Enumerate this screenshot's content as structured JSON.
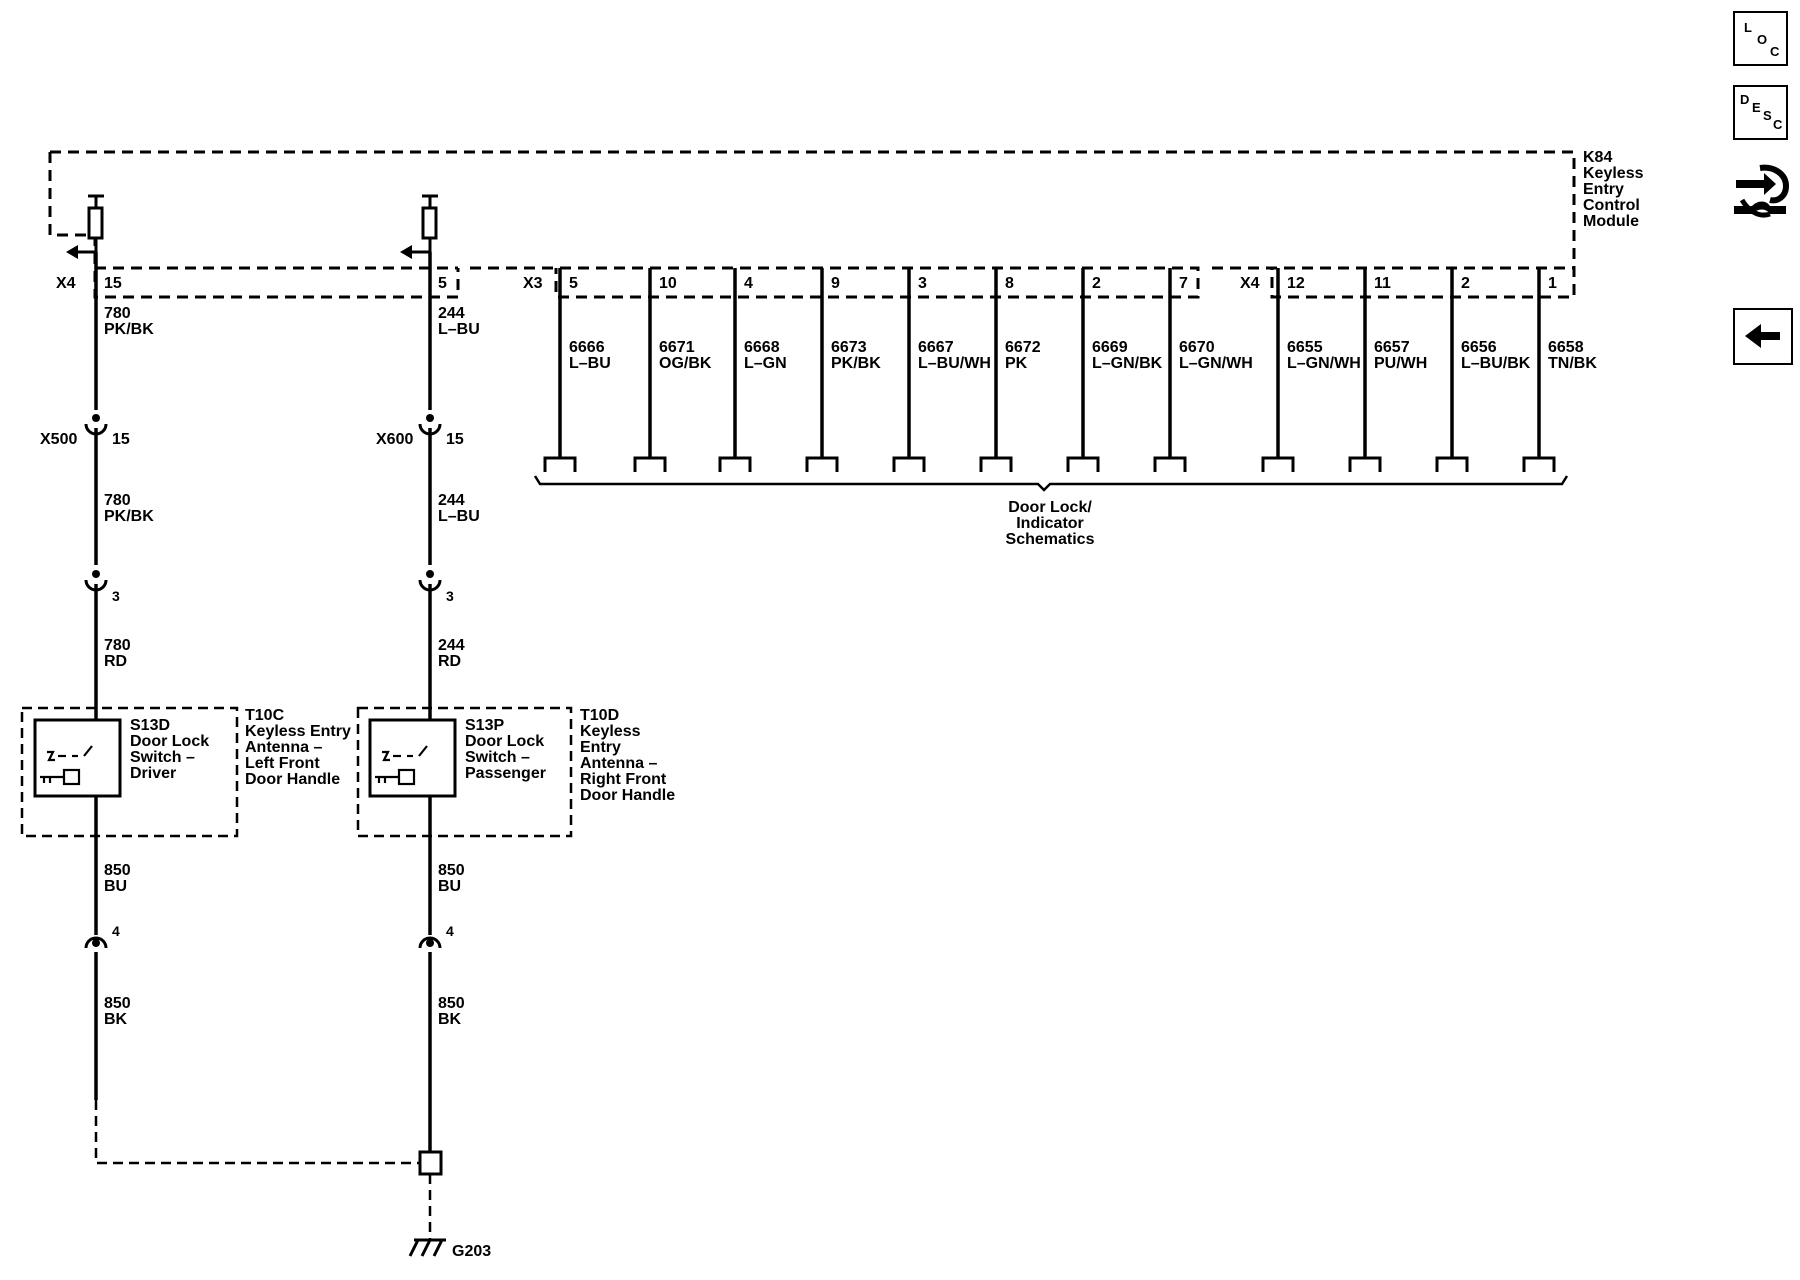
{
  "module": {
    "name": "K84",
    "desc": [
      "Keyless",
      "Entry",
      "Control",
      "Module"
    ],
    "connectors": [
      "X4",
      "X3",
      "X4"
    ]
  },
  "left_circuits": [
    {
      "module_pin": "15",
      "seg1": {
        "num": "780",
        "color": "PK/BK"
      },
      "inline": {
        "connector": "X500",
        "pin": "15"
      },
      "seg2": {
        "num": "780",
        "color": "PK/BK"
      },
      "switch_pin": "3",
      "seg3": {
        "num": "780",
        "color": "RD"
      },
      "switch": {
        "id": "S13D",
        "desc": [
          "Door Lock",
          "Switch –",
          "Driver"
        ]
      },
      "antenna": {
        "id": "T10C",
        "desc": [
          "Keyless Entry",
          "Antenna –",
          "Left Front",
          "Door Handle"
        ]
      },
      "seg4": {
        "num": "850",
        "color": "BU"
      },
      "ground_pin": "4",
      "seg5": {
        "num": "850",
        "color": "BK"
      }
    },
    {
      "module_pin": "5",
      "seg1": {
        "num": "244",
        "color": "L–BU"
      },
      "inline": {
        "connector": "X600",
        "pin": "15"
      },
      "seg2": {
        "num": "244",
        "color": "L–BU"
      },
      "switch_pin": "3",
      "seg3": {
        "num": "244",
        "color": "RD"
      },
      "switch": {
        "id": "S13P",
        "desc": [
          "Door Lock",
          "Switch –",
          "Passenger"
        ]
      },
      "antenna": {
        "id": "T10D",
        "desc": [
          "Keyless",
          "Entry",
          "Antenna –",
          "Right Front",
          "Door Handle"
        ]
      },
      "seg4": {
        "num": "850",
        "color": "BU"
      },
      "ground_pin": "4",
      "seg5": {
        "num": "850",
        "color": "BK"
      }
    }
  ],
  "right_circuits": [
    {
      "pin": "5",
      "num": "6666",
      "color": "L–BU"
    },
    {
      "pin": "10",
      "num": "6671",
      "color": "OG/BK"
    },
    {
      "pin": "4",
      "num": "6668",
      "color": "L–GN"
    },
    {
      "pin": "9",
      "num": "6673",
      "color": "PK/BK"
    },
    {
      "pin": "3",
      "num": "6667",
      "color": "L–BU/WH"
    },
    {
      "pin": "8",
      "num": "6672",
      "color": "PK"
    },
    {
      "pin": "2",
      "num": "6669",
      "color": "L–GN/BK"
    },
    {
      "pin": "7",
      "num": "6670",
      "color": "L–GN/WH"
    },
    {
      "pin": "12",
      "num": "6655",
      "color": "L–GN/WH"
    },
    {
      "pin": "11",
      "num": "6657",
      "color": "PU/WH"
    },
    {
      "pin": "2",
      "num": "6656",
      "color": "L–BU/BK"
    },
    {
      "pin": "1",
      "num": "6658",
      "color": "TN/BK"
    }
  ],
  "reference": {
    "lines": [
      "Door Lock/",
      "Indicator",
      "Schematics"
    ]
  },
  "ground": {
    "id": "G203"
  },
  "sidebar": {
    "loc": {
      "letters": [
        "L",
        "O",
        "C"
      ]
    },
    "desc": {
      "letters": [
        "D",
        "E",
        "S",
        "C"
      ]
    },
    "connector_end_view_icon": "connector-end-view-icon",
    "back_icon": "back-arrow-icon"
  }
}
